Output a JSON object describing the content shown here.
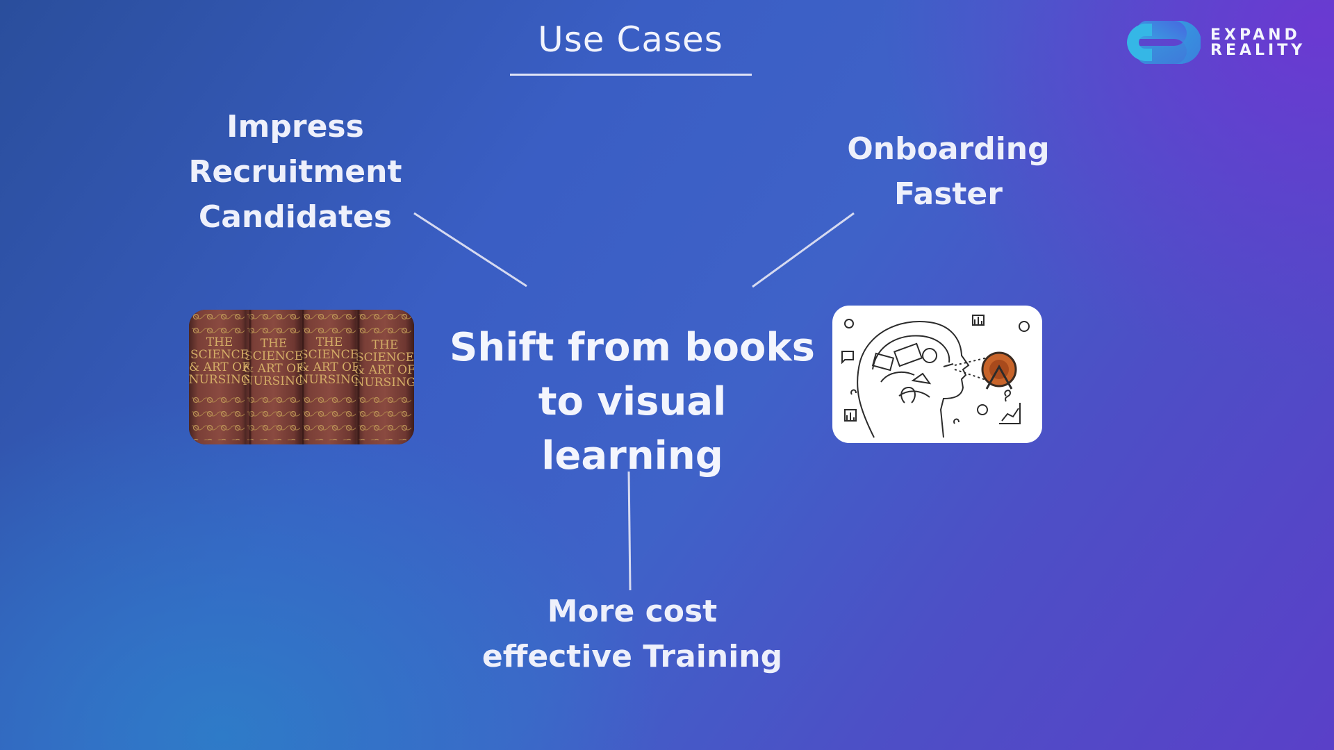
{
  "slide": {
    "title": "Use Cases",
    "center_lines": [
      "Shift from books",
      "to visual learning"
    ],
    "labels": {
      "recruitment": [
        "Impress",
        "Recruitment",
        "Candidates"
      ],
      "onboarding": [
        "Onboarding",
        "Faster"
      ],
      "cost": [
        "More cost",
        "effective Training"
      ]
    }
  },
  "logo": {
    "line1": "EXPAND",
    "line2": "REALITY"
  },
  "book_spine": {
    "lines": [
      "THE",
      "SCIENCE",
      "& ART OF",
      "NURSING"
    ]
  },
  "icons": {
    "books_image": "nursing-books-photo",
    "brain_image": "head-sketch-illustration",
    "logo_mark": "expand-reality-logo-mark"
  },
  "colors": {
    "background_left": "#2a4e9c",
    "background_right": "#5a40c8",
    "text": "#eef0fb",
    "logo_cyan": "#3cb6e6",
    "logo_blue": "#4a5be0"
  }
}
